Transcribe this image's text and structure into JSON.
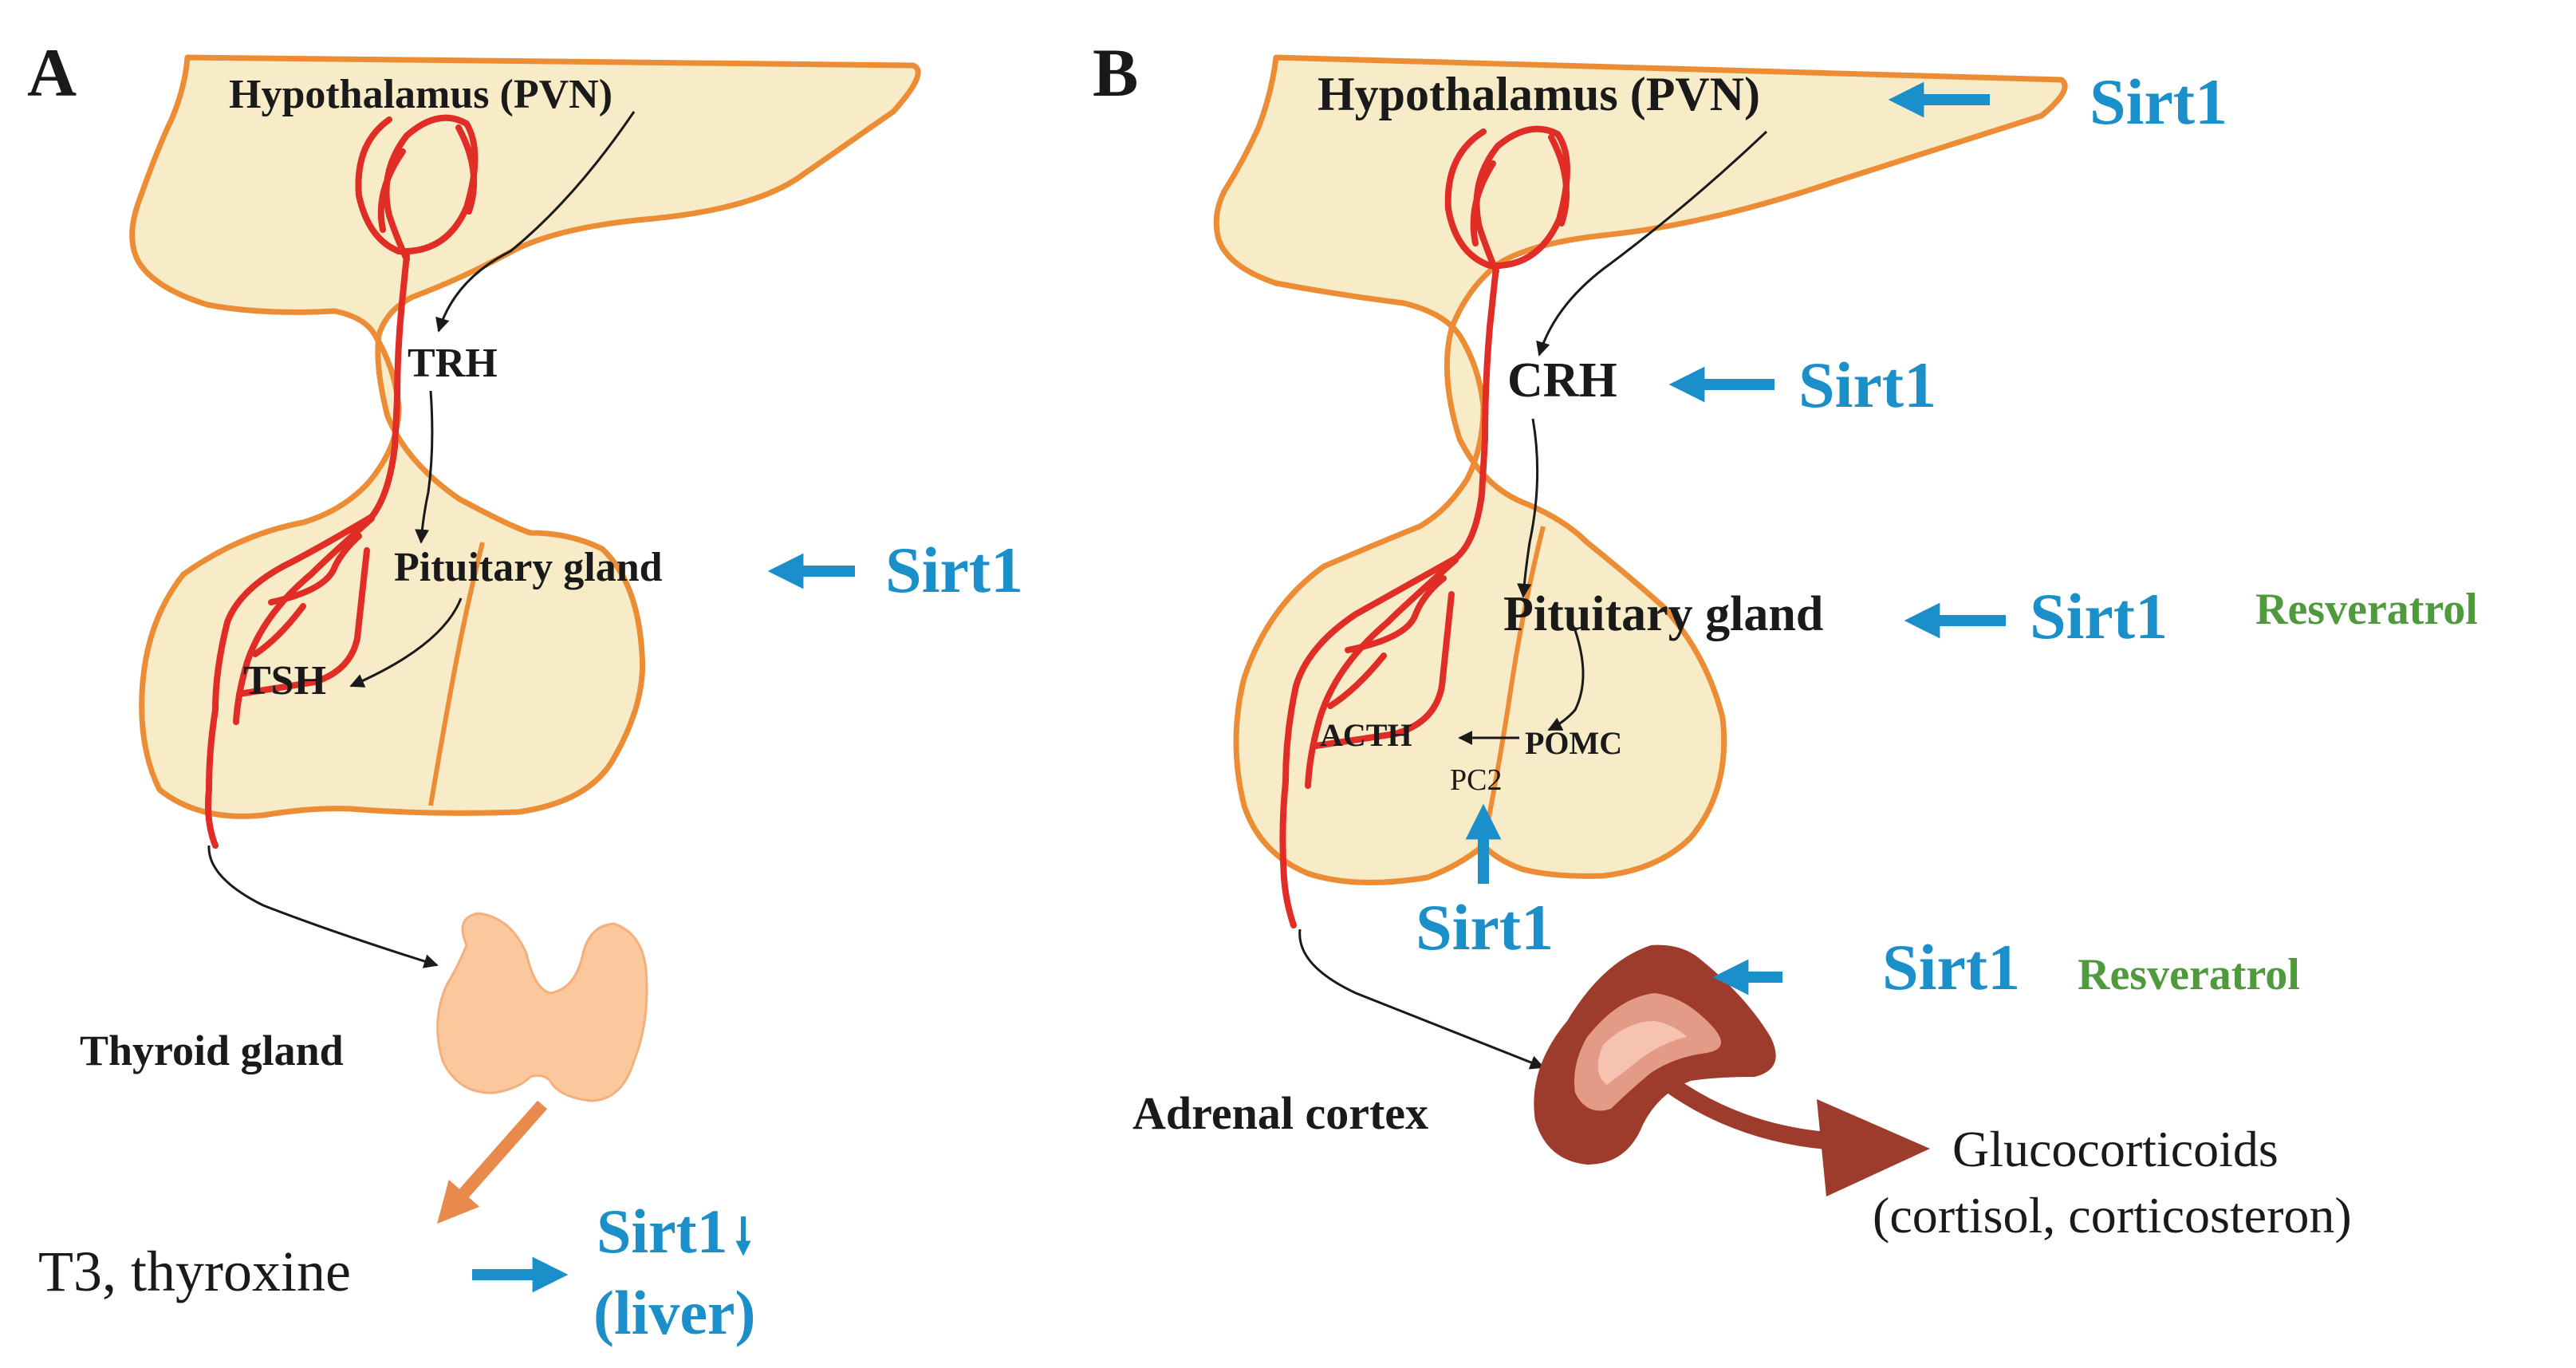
{
  "colors": {
    "gland_fill": "#f8ebc8",
    "gland_stroke": "#ec8d35",
    "vessel": "#e02d26",
    "sirt1": "#1b8fc9",
    "resveratrol": "#4f9a3d",
    "thyroid_fill": "#fbc79c",
    "thyroid_arrow": "#e98a4d",
    "adrenal_outer": "#9d3c2c",
    "adrenal_mid": "#e39a86",
    "adrenal_inner": "#f6c3b1",
    "text": "#1a1a1a"
  },
  "panel_a": {
    "label": "A",
    "hypothalamus": "Hypothalamus (PVN)",
    "hormone_release": "TRH",
    "pituitary": "Pituitary gland",
    "pituitary_hormone": "TSH",
    "sirt1_pituitary": "Sirt1",
    "target_gland": "Thyroid gland",
    "products": "T3, thyroxine",
    "sirt1_liver": "Sirt1",
    "sirt1_liver_sub": "(liver)",
    "down_arrow_icon": "down-arrow"
  },
  "panel_b": {
    "label": "B",
    "hypothalamus": "Hypothalamus (PVN)",
    "sirt1_hypothalamus": "Sirt1",
    "hormone_release": "CRH",
    "sirt1_crh": "Sirt1",
    "pituitary": "Pituitary gland",
    "sirt1_pituitary": "Sirt1",
    "resveratrol_pituitary": "Resveratrol",
    "acth": "ACTH",
    "pomc": "POMC",
    "pc2": "PC2",
    "sirt1_pc2": "Sirt1",
    "target_gland": "Adrenal cortex",
    "sirt1_adrenal": "Sirt1",
    "resveratrol_adrenal": "Resveratrol",
    "products_line1": "Glucocorticoids",
    "products_line2": "(cortisol, corticosteron)"
  }
}
